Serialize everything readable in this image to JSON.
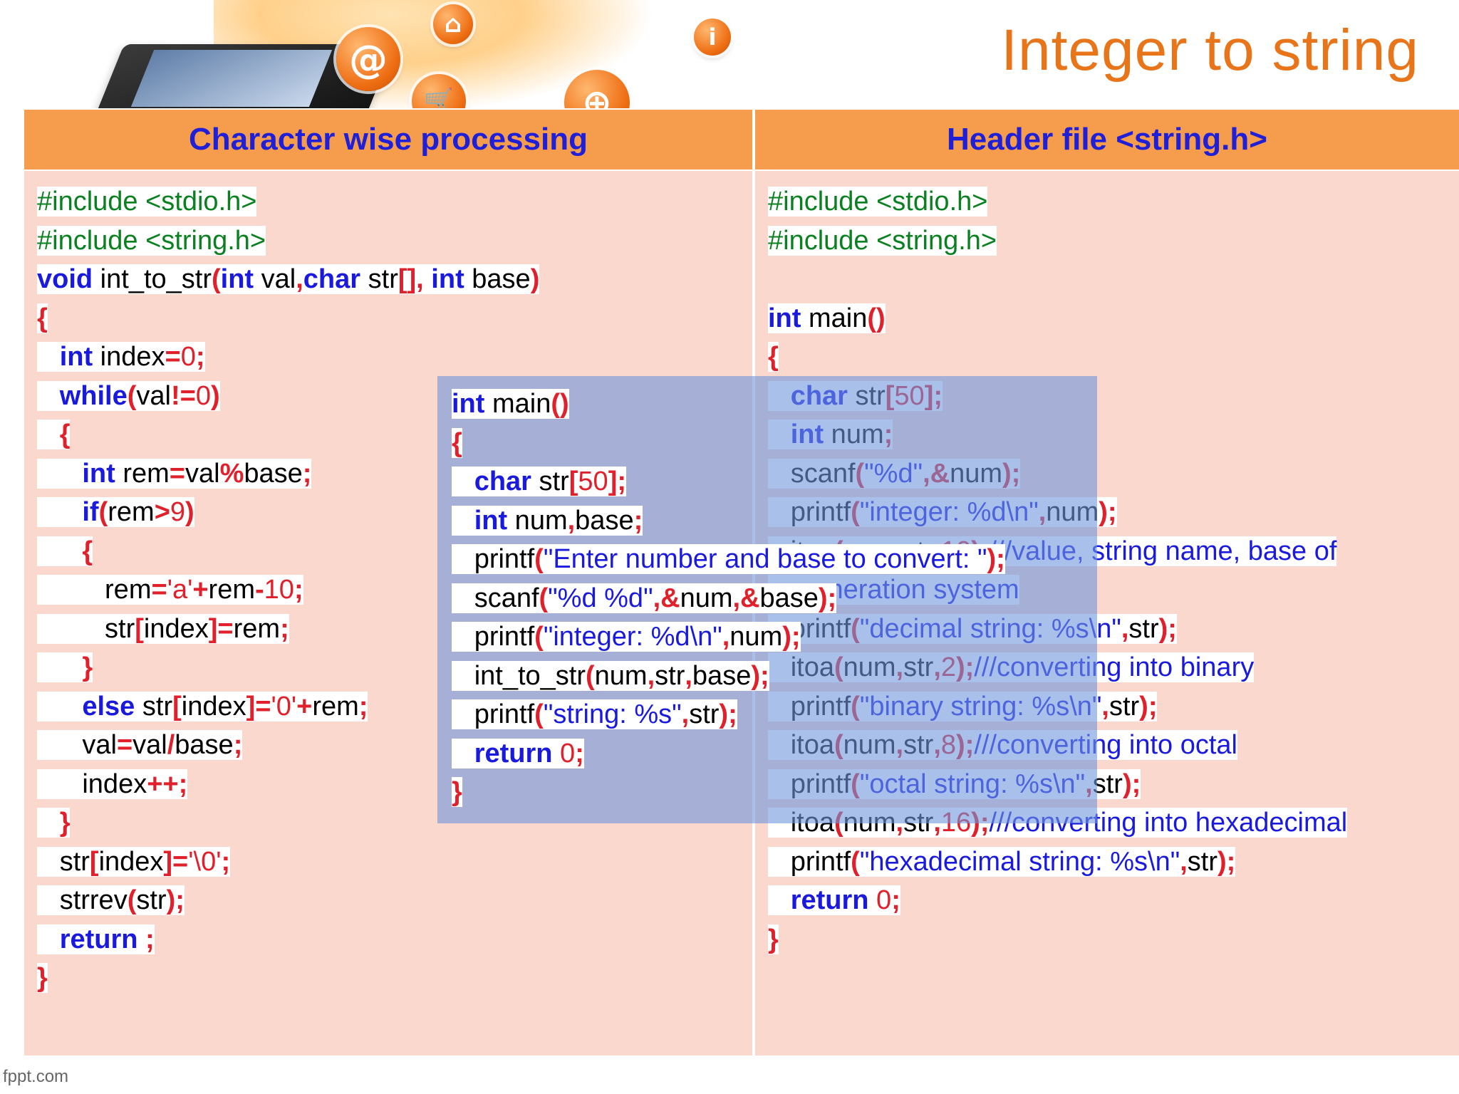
{
  "slide": {
    "title": "Integer to string",
    "footer": "fppt.com"
  },
  "header": {
    "left": "Character wise processing",
    "right": "Header file <string.h>"
  },
  "banner_icons": [
    {
      "name": "at-icon",
      "glyph": "@"
    },
    {
      "name": "home-icon",
      "glyph": "⌂"
    },
    {
      "name": "info-icon",
      "glyph": "i"
    },
    {
      "name": "cart-icon",
      "glyph": "🛒"
    },
    {
      "name": "globe-icon",
      "glyph": "⊕"
    }
  ],
  "colors": {
    "title": "#e8751a",
    "header_bg": "#f59d4c",
    "header_text": "#1f1fd8",
    "panel_bg": "#fbd8cd",
    "overlay": "#6e96dc"
  }
}
